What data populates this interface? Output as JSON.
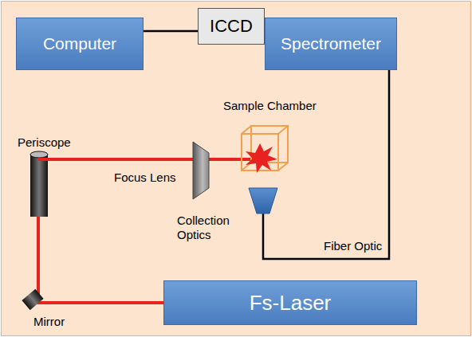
{
  "diagram": {
    "nodes": [
      {
        "text": [
          "Computer"
        ]
      },
      {
        "text": [
          "ICCD"
        ]
      },
      {
        "text": [
          "Spectrometer"
        ]
      },
      {
        "text": [
          "Fs-Laser"
        ]
      }
    ],
    "edges": [
      {
        "from": 0,
        "to": 1,
        "arrow": "none"
      }
    ],
    "labels": [
      "Periscope",
      "Focus Lens",
      "Sample Chamber",
      "Collection Optics",
      "Fiber Optic",
      "Mirror"
    ]
  }
}
